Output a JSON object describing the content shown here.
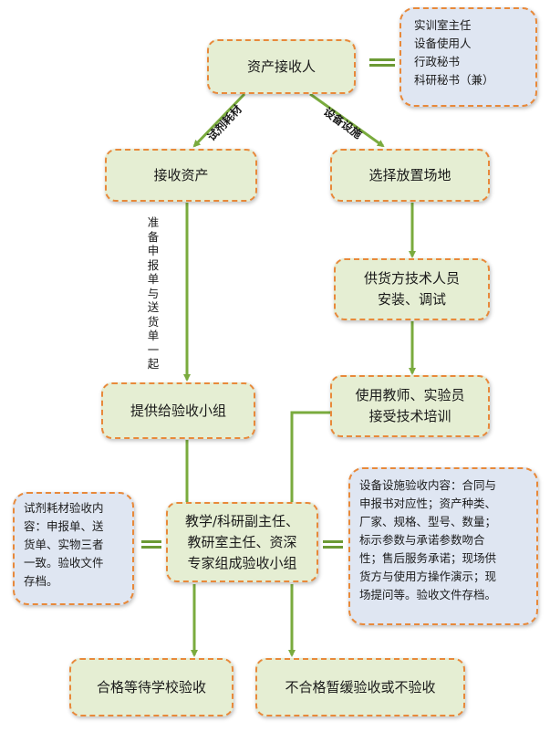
{
  "nodes": {
    "asset_receiver": "资产接收人",
    "receive_assets": "接收资产",
    "choose_site": "选择放置场地",
    "supplier_install": [
      "供货方技术人员",
      "安装、调试"
    ],
    "training": [
      "使用教师、实验员",
      "接受技术培训"
    ],
    "provide_group": "提供给验收小组",
    "acceptance_group": [
      "教学/科研副主任、",
      "教研室主任、资深",
      "专家组成验收小组"
    ],
    "qualified": "合格等待学校验收",
    "unqualified": "不合格暂缓验收或不验收"
  },
  "notes": {
    "receiver_roles": [
      "实训室主任",
      "设备使用人",
      "行政秘书",
      "科研秘书（兼）"
    ],
    "consumables": [
      "试剂耗材验收内",
      "容：申报单、送",
      "货单、实物三者",
      "一致。验收文件",
      "存档。"
    ],
    "equipment": [
      "设备设施验收内容：合同与",
      "申报书对应性；资产种类、",
      "厂家、规格、型号、数量；",
      "标示参数与承诺参数吻合",
      "性；售后服务承诺；现场供",
      "货方与使用方操作演示；现",
      "场提问等。验收文件存档。"
    ]
  },
  "edge_labels": {
    "reagents": "试剂耗材",
    "equipment_facilities": "设备设施",
    "prepare_docs": [
      "准",
      "备",
      "申",
      "报",
      "单",
      "与",
      "送",
      "货",
      "单",
      "一",
      "起"
    ]
  },
  "colors": {
    "border": "#e8893a",
    "box_fill": "#e5eed3",
    "note_fill": "#dfe6f2",
    "connector": "#7aab3e"
  }
}
